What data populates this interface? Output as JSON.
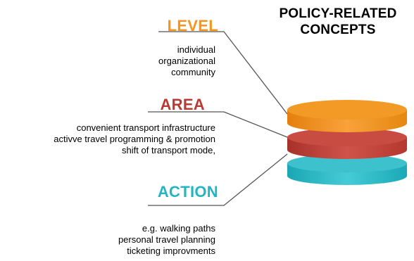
{
  "title": {
    "line1": "POLICY-RELATED",
    "line2": "CONCEPTS"
  },
  "sections": {
    "level": {
      "heading": "LEVEL",
      "items": [
        "individual",
        "organizational",
        "community"
      ]
    },
    "area": {
      "heading": "AREA",
      "items": [
        "convenient transport infrastructure",
        "activve travel programming & promotion",
        "shift of transport mode,"
      ]
    },
    "action": {
      "heading": "ACTION",
      "items": [
        "e.g. walking paths",
        "personal travel planning",
        "ticketing improvments"
      ]
    }
  },
  "colors": {
    "level": "#f7941d",
    "area": "#b83a32",
    "action": "#22b5c2",
    "connector": "#555555"
  }
}
